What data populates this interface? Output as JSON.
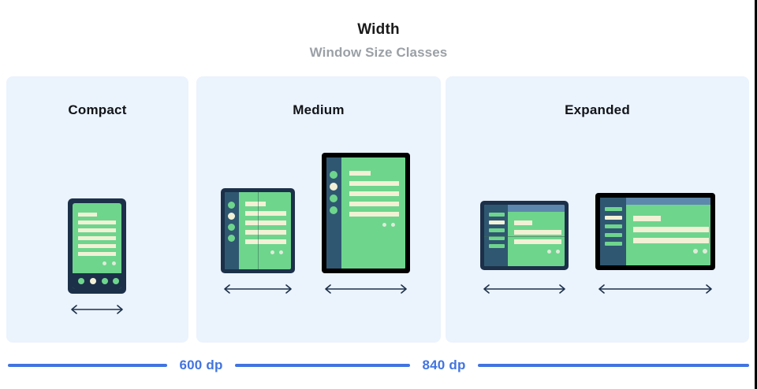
{
  "header": {
    "title": "Width",
    "subtitle": "Window Size Classes"
  },
  "colors": {
    "panel_background": "#ebf3fd",
    "page_background": "#ffffff",
    "title_text": "#1a1a1a",
    "subtitle_text": "#9aa0a6",
    "ruler_blue": "#4274e0",
    "frame_navy": "#1c3049",
    "frame_black": "#000000",
    "screen_green": "#6ed58d",
    "content_cream": "#f2f1d6",
    "nav_rail": "#2f5771",
    "app_top_bar": "#5d87ad"
  },
  "panels": [
    {
      "id": "compact",
      "label": "Compact",
      "devices": [
        {
          "name": "phone-portrait",
          "frame": "navy",
          "arrow_label": "width-arrow"
        }
      ]
    },
    {
      "id": "medium",
      "label": "Medium",
      "devices": [
        {
          "name": "foldable-unfolded-portrait",
          "frame": "navy",
          "arrow_label": "width-arrow"
        },
        {
          "name": "tablet-portrait",
          "frame": "black",
          "arrow_label": "width-arrow"
        }
      ]
    },
    {
      "id": "expanded",
      "label": "Expanded",
      "devices": [
        {
          "name": "foldable-unfolded-landscape",
          "frame": "navy",
          "arrow_label": "width-arrow"
        },
        {
          "name": "tablet-landscape",
          "frame": "black",
          "arrow_label": "width-arrow"
        }
      ]
    }
  ],
  "breakpoints": [
    {
      "id": "bp-600",
      "label": "600 dp"
    },
    {
      "id": "bp-840",
      "label": "840 dp"
    }
  ]
}
